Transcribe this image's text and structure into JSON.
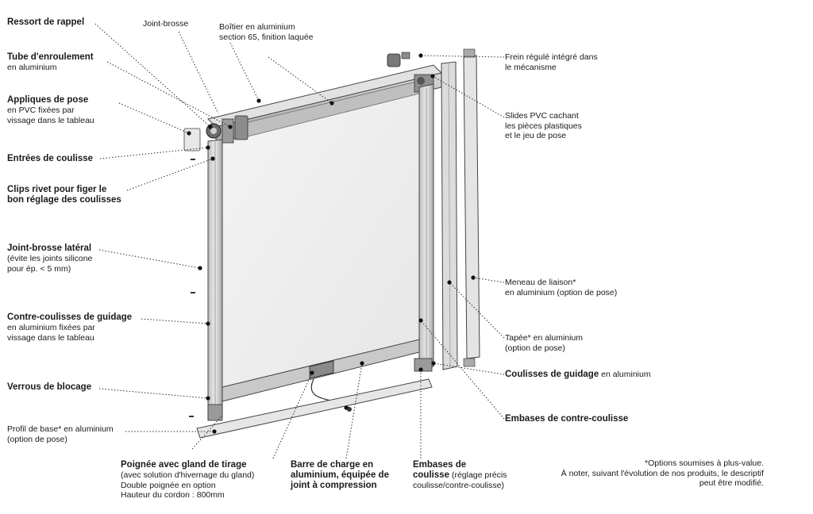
{
  "labels": {
    "ressort": {
      "title": "Ressort de rappel"
    },
    "tube": {
      "title": "Tube d'enroulement",
      "sub": "en aluminium"
    },
    "appliques": {
      "title": "Appliques de pose",
      "sub1": "en PVC fixées par",
      "sub2": "vissage dans le tableau"
    },
    "entrees": {
      "title": "Entrées de coulisse"
    },
    "clips": {
      "title1": "Clips rivet pour figer le",
      "title2": "bon réglage des coulisses"
    },
    "joint_lat": {
      "title": "Joint-brosse latéral",
      "sub1": "(évite les joints silicone",
      "sub2": "pour ép. < 5 mm)"
    },
    "contre": {
      "title": "Contre-coulisses de guidage",
      "sub1": "en aluminium fixées par",
      "sub2": "vissage dans le tableau"
    },
    "verrous": {
      "title": "Verrous de blocage"
    },
    "profil": {
      "line1": "Profil de base* en aluminium",
      "line2": "(option de pose)"
    },
    "poignee": {
      "title": "Poignée avec gland de tirage",
      "sub1": "(avec solution d'hivernage du gland)",
      "sub2": "Double poignée en option",
      "sub3": "Hauteur du cordon : 800mm"
    },
    "barre": {
      "title1": "Barre de charge en",
      "title2": "aluminium, équipée de",
      "title3": "joint à compression"
    },
    "embases_c": {
      "title1": "Embases de",
      "title2": "coulisse",
      "sub_inline": " (réglage précis",
      "sub2": "coulisse/contre-coulisse)"
    },
    "joint_brosse": {
      "title": "Joint-brosse"
    },
    "boitier": {
      "line1": "Boîtier en aluminium",
      "line2": "section 65, finition laquée"
    },
    "frein": {
      "line1": "Frein régulé intégré dans",
      "line2": "le mécanisme"
    },
    "slides": {
      "line1": "Slides PVC cachant",
      "line2": "les pièces plastiques",
      "line3": "et le jeu de pose"
    },
    "meneau": {
      "line1": "Meneau de liaison*",
      "line2": "en aluminium (option de pose)"
    },
    "tapee": {
      "line1": "Tapée* en aluminium",
      "line2": "(option de pose)"
    },
    "coulisses": {
      "bold": "Coulisses de guidage",
      "rest": " en aluminium"
    },
    "embases_cc": {
      "title": "Embases de contre-coulisse"
    },
    "note": {
      "line1": "*Options soumises à plus-value.",
      "line2": "À noter, suivant l'évolution de nos produits, le descriptif",
      "line3": "peut être modifié."
    }
  },
  "colors": {
    "ink": "#1a1a1a",
    "frame": "#d9d9d9",
    "frame_dark": "#7a7a7a",
    "screen": "#efefef"
  }
}
